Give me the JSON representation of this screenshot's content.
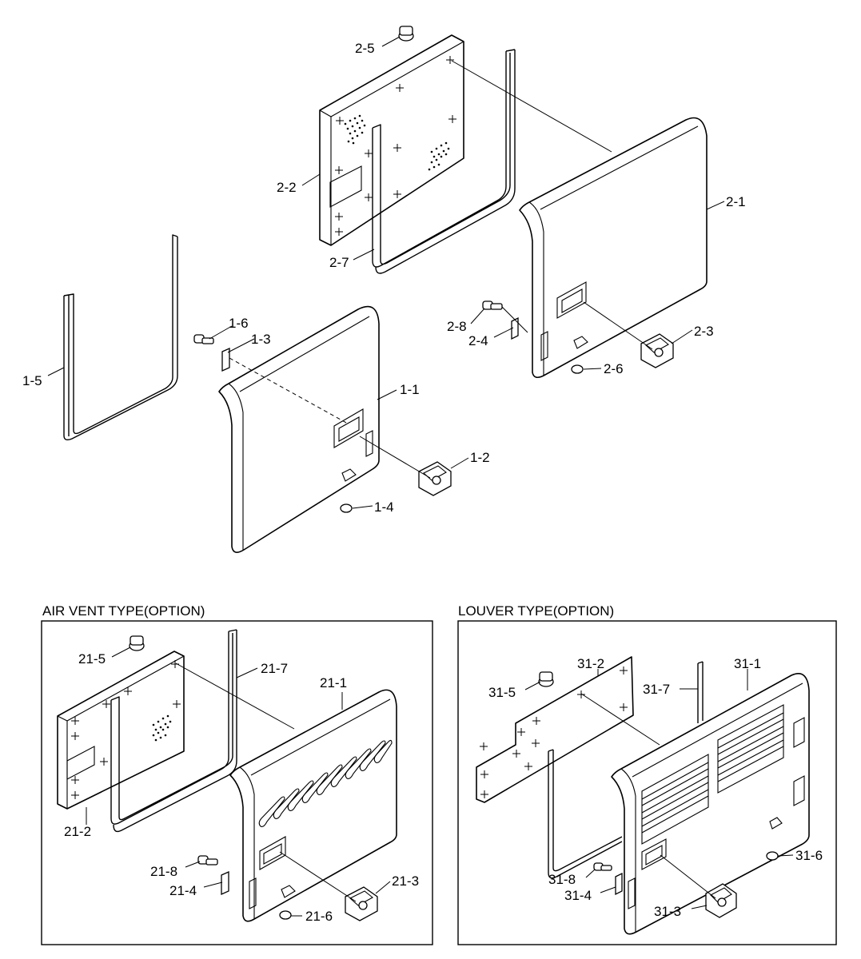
{
  "sections": {
    "air_vent": {
      "title": "AIR VENT TYPE(OPTION)"
    },
    "louver": {
      "title": "LOUVER TYPE(OPTION)"
    }
  },
  "labels": {
    "l_2_5": "2-5",
    "l_2_2": "2-2",
    "l_2_7": "2-7",
    "l_2_1": "2-1",
    "l_2_8": "2-8",
    "l_2_4": "2-4",
    "l_2_3": "2-3",
    "l_2_6": "2-6",
    "l_1_6": "1-6",
    "l_1_3": "1-3",
    "l_1_5": "1-5",
    "l_1_1": "1-1",
    "l_1_2": "1-2",
    "l_1_4": "1-4",
    "l_21_5": "21-5",
    "l_21_7": "21-7",
    "l_21_1": "21-1",
    "l_21_2": "21-2",
    "l_21_8": "21-8",
    "l_21_4": "21-4",
    "l_21_3": "21-3",
    "l_21_6": "21-6",
    "l_31_2": "31-2",
    "l_31_1": "31-1",
    "l_31_5": "31-5",
    "l_31_7": "31-7",
    "l_31_6": "31-6",
    "l_31_8": "31-8",
    "l_31_4": "31-4",
    "l_31_3": "31-3"
  }
}
